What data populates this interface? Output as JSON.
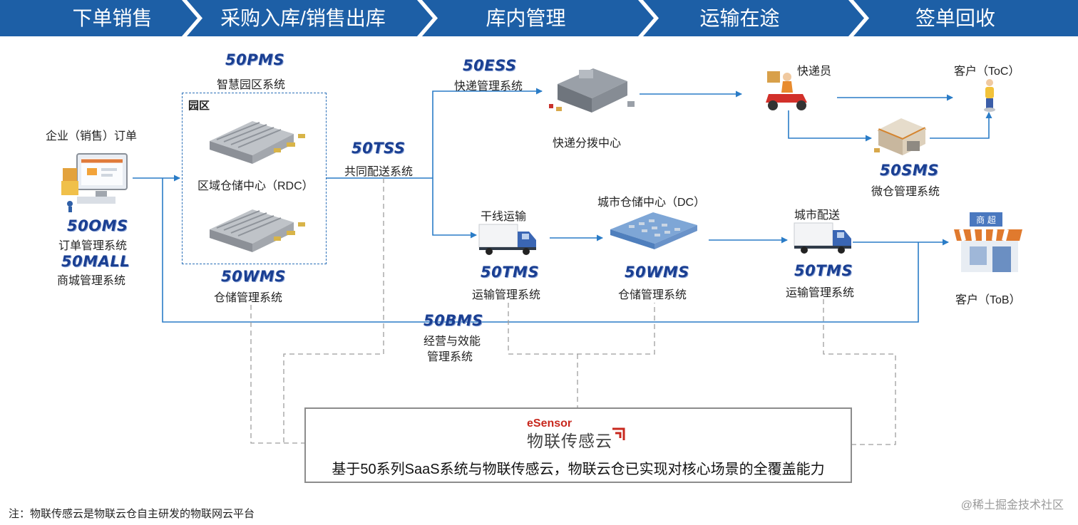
{
  "stages": [
    "下单销售",
    "采购入库/销售出库",
    "库内管理",
    "运输在途",
    "签单回收"
  ],
  "park": {
    "title": "园区",
    "system_logo": "50PMS",
    "system_name": "智慧园区系统",
    "rdc_label": "区域仓储中心（RDC）"
  },
  "order": {
    "source_label": "企业（销售）订单",
    "oms_logo": "50OMS",
    "oms_name": "订单管理系统",
    "mall_logo": "50MALL",
    "mall_name": "商城管理系统"
  },
  "wms_left": {
    "logo": "50WMS",
    "name": "仓储管理系统"
  },
  "tss": {
    "logo": "50TSS",
    "name": "共同配送系统"
  },
  "ess": {
    "logo": "50ESS",
    "name": "快递管理系统",
    "center_label": "快递分拨中心"
  },
  "courier": {
    "label": "快递员"
  },
  "customer_toc": {
    "label": "客户（ToC）"
  },
  "sms": {
    "logo": "50SMS",
    "name": "微仓管理系统"
  },
  "trunk": {
    "label": "干线运输",
    "logo": "50TMS",
    "name": "运输管理系统"
  },
  "city_dc": {
    "label": "城市仓储中心（DC）",
    "logo": "50WMS",
    "name": "仓储管理系统"
  },
  "city_delivery": {
    "label": "城市配送",
    "logo": "50TMS",
    "name": "运输管理系统"
  },
  "customer_tob": {
    "label": "客户（ToB）",
    "shop_sign": "商 超"
  },
  "bms": {
    "logo": "50BMS",
    "name_line1": "经营与效能",
    "name_line2": "管理系统"
  },
  "esensor": {
    "brand_en": "eSensor",
    "brand_cn": "物联传感云",
    "statement": "基于50系列SaaS系统与物联传感云，物联云仓已实现对核心场景的全覆盖能力"
  },
  "footnote": "注：物联传感云是物联云仓自主研发的物联网云平台",
  "watermark": "@稀土掘金技术社区",
  "colors": {
    "stage_bar": "#1d5fa6",
    "flow_line": "#2a7cc7",
    "dashed_line": "#9e9e9e",
    "logo_text": "#1a3f92",
    "esensor_red": "#c8281e"
  },
  "icons": [
    "warehouse-icon",
    "computer-order-icon",
    "parcel-center-icon",
    "courier-scooter-icon",
    "person-icon",
    "micro-warehouse-icon",
    "truck-icon",
    "dc-warehouse-icon",
    "storefront-icon"
  ]
}
